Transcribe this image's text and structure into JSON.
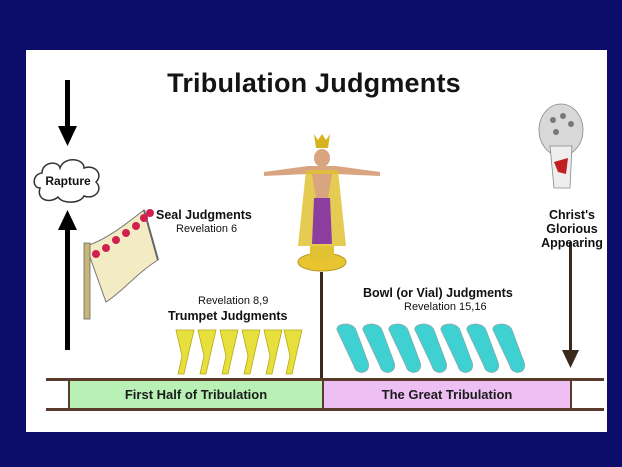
{
  "title": "Tribulation Judgments",
  "rapture": {
    "label": "Rapture"
  },
  "seal": {
    "title": "Seal Judgments",
    "reference": "Revelation 6"
  },
  "trumpet": {
    "reference": "Revelation 8,9",
    "title": "Trumpet Judgments"
  },
  "bowl": {
    "title": "Bowl (or Vial) Judgments",
    "reference": "Revelation 15,16"
  },
  "christ": {
    "line1": "Christ's",
    "line2": "Glorious",
    "line3": "Appearing"
  },
  "timeline": {
    "first_half": "First Half of Tribulation",
    "second_half": "The Great Tribulation"
  },
  "colors": {
    "background": "#0c0c6b",
    "panel": "#ffffff",
    "first_half": "#b8f0b6",
    "second_half": "#edbff2",
    "trumpet": "#e6df3c",
    "bowl": "#3fd0d2",
    "seal_dot": "#d02050",
    "rail": "#5a3a2a"
  },
  "icons": [
    "down-arrow-icon",
    "up-arrow-icon",
    "cloud-icon",
    "scroll-icon",
    "trumpet-icon",
    "bowl-icon",
    "statue-icon",
    "christ-icon"
  ]
}
